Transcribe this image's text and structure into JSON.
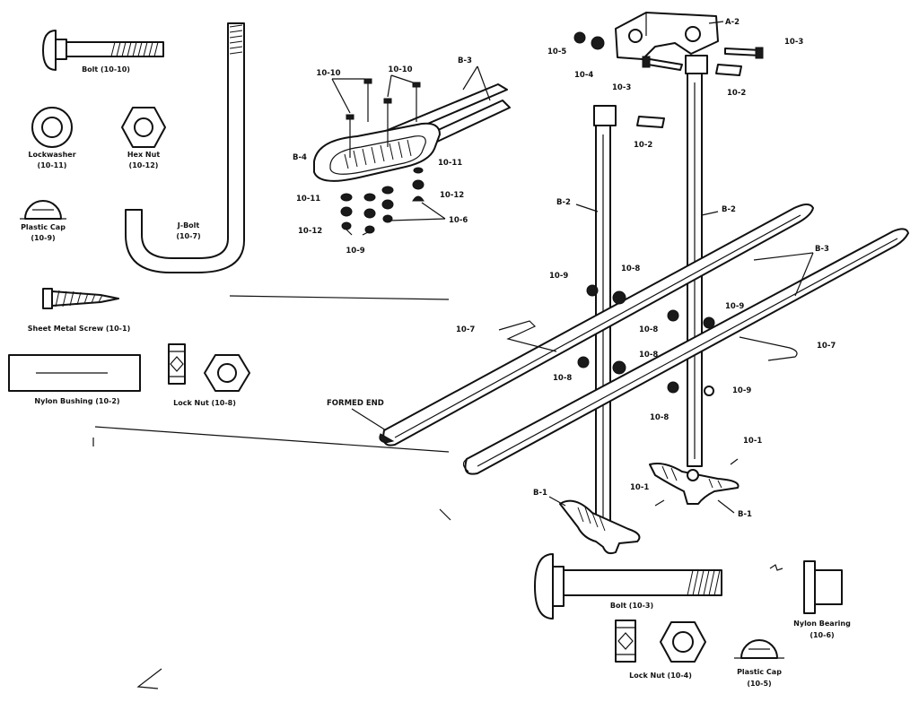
{
  "parts_legend": {
    "bolt_10_10": "Bolt (10-10)",
    "lockwasher": "Lockwasher",
    "lockwasher_num": "(10-11)",
    "hex_nut": "Hex Nut",
    "hex_nut_num": "(10-12)",
    "plastic_cap": "Plastic Cap",
    "plastic_cap_num": "(10-9)",
    "j_bolt": "J-Bolt",
    "j_bolt_num": "(10-7)",
    "sheet_metal_screw": "Sheet Metal Screw (10-1)",
    "nylon_bushing": "Nylon Bushing (10-2)",
    "lock_nut": "Lock Nut (10-8)"
  },
  "bottom_legend": {
    "bolt_10_3": "Bolt (10-3)",
    "lock_nut": "Lock Nut (10-4)",
    "plastic_cap": "Plastic Cap",
    "plastic_cap_num": "(10-5)",
    "nylon_bearing": "Nylon Bearing",
    "nylon_bearing_num": "(10-6)"
  },
  "callouts": {
    "a2": "A-2",
    "b1": "B-1",
    "b2": "B-2",
    "b3": "B-3",
    "b4": "B-4",
    "p10_1": "10-1",
    "p10_2": "10-2",
    "p10_3": "10-3",
    "p10_4": "10-4",
    "p10_5": "10-5",
    "p10_6": "10-6",
    "p10_7": "10-7",
    "p10_8": "10-8",
    "p10_9": "10-9",
    "p10_10": "10-10",
    "p10_11": "10-11",
    "p10_12": "10-12",
    "formed_end": "FORMED END"
  }
}
